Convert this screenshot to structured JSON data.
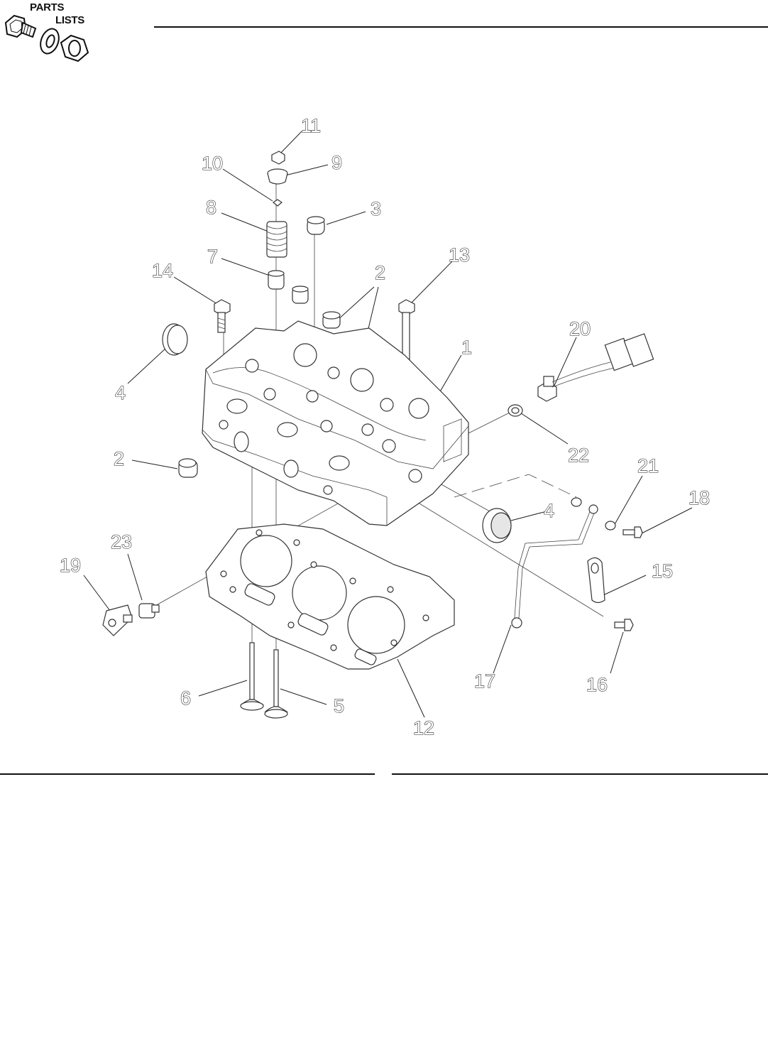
{
  "header": {
    "logo_line1": "PARTS",
    "logo_line2": "LISTS"
  },
  "callouts": [
    {
      "id": "c1",
      "label": "1"
    },
    {
      "id": "c2a",
      "label": "2"
    },
    {
      "id": "c2b",
      "label": "2"
    },
    {
      "id": "c3",
      "label": "3"
    },
    {
      "id": "c4a",
      "label": "4"
    },
    {
      "id": "c4b",
      "label": "4"
    },
    {
      "id": "c5",
      "label": "5"
    },
    {
      "id": "c6",
      "label": "6"
    },
    {
      "id": "c7",
      "label": "7"
    },
    {
      "id": "c8",
      "label": "8"
    },
    {
      "id": "c9",
      "label": "9"
    },
    {
      "id": "c10",
      "label": "10"
    },
    {
      "id": "c11",
      "label": "11"
    },
    {
      "id": "c12",
      "label": "12"
    },
    {
      "id": "c13",
      "label": "13"
    },
    {
      "id": "c14",
      "label": "14"
    },
    {
      "id": "c15",
      "label": "15"
    },
    {
      "id": "c16",
      "label": "16"
    },
    {
      "id": "c17",
      "label": "17"
    },
    {
      "id": "c18",
      "label": "18"
    },
    {
      "id": "c19",
      "label": "19"
    },
    {
      "id": "c20",
      "label": "20"
    },
    {
      "id": "c21",
      "label": "21"
    },
    {
      "id": "c22",
      "label": "22"
    },
    {
      "id": "c23",
      "label": "23"
    }
  ]
}
